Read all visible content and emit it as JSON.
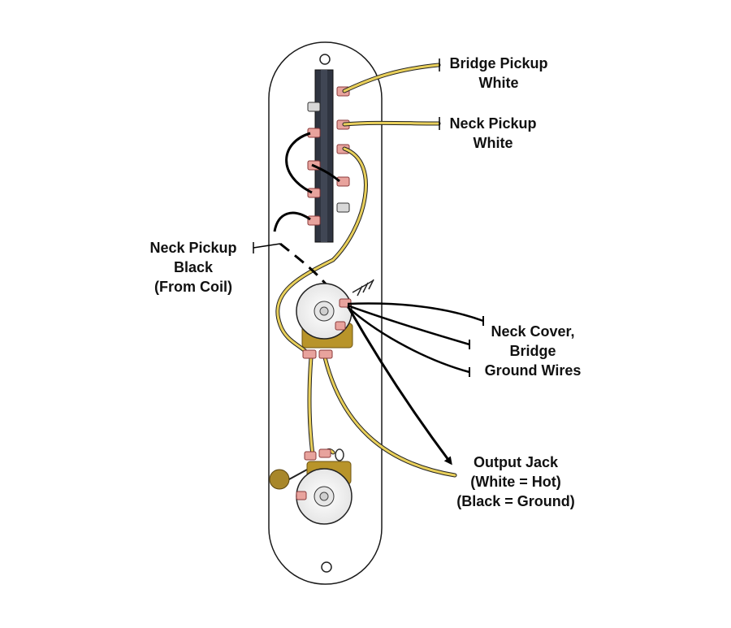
{
  "labels": {
    "bridge_pickup_white": [
      "Bridge Pickup",
      "White"
    ],
    "neck_pickup_white": [
      "Neck Pickup",
      "White"
    ],
    "neck_pickup_black": [
      "Neck Pickup",
      "Black",
      "(From Coil)"
    ],
    "ground_wires": [
      "Neck Cover,",
      "Bridge",
      "Ground Wires"
    ],
    "output_jack": [
      "Output Jack",
      "(White = Hot)",
      "(Black = Ground)"
    ]
  },
  "colors": {
    "plate_fill": "#ffffff",
    "plate_stroke": "#1a1a1a",
    "switch_body": "#2f3440",
    "lug_pink": "#e8a39d",
    "lug_red": "#b33a3a",
    "wire_yellow": "#e8cf5a",
    "wire_black": "#000000",
    "pot_gold": "#b8942a",
    "cap_color": "#a8872a",
    "pot_face": "#f4f4f4"
  },
  "icons": {
    "ground_symbol": "ground-icon",
    "arrow": "arrow-head-icon"
  }
}
